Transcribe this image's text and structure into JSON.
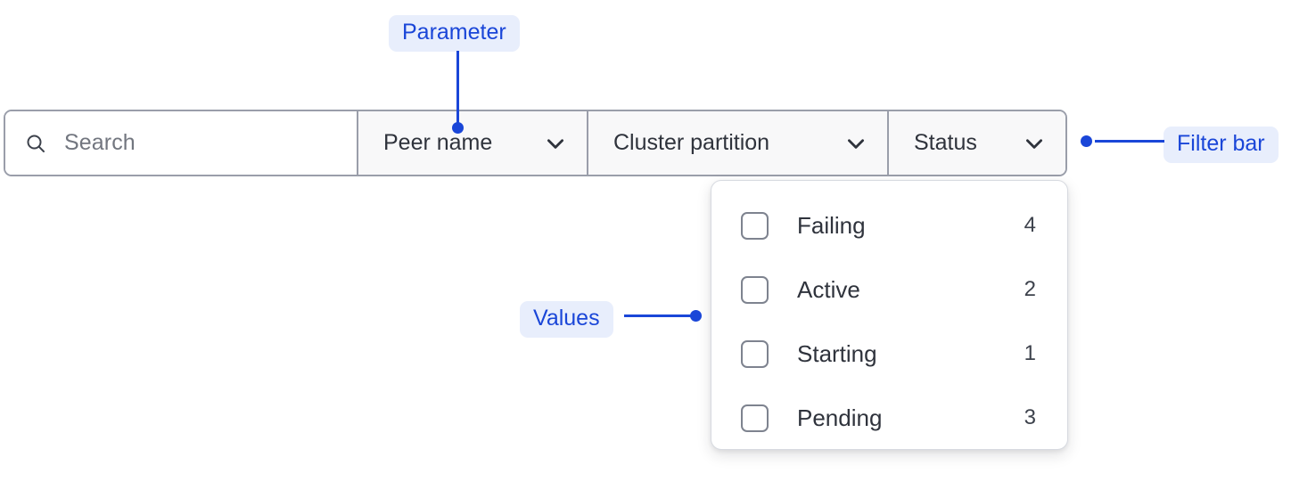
{
  "filter_bar": {
    "search": {
      "icon": "search-icon",
      "placeholder": "Search",
      "value": ""
    },
    "dropdowns": [
      {
        "label": "Peer name",
        "icon": "chevron-down-icon",
        "expanded": false
      },
      {
        "label": "Cluster partition",
        "icon": "chevron-down-icon",
        "expanded": false
      },
      {
        "label": "Status",
        "icon": "chevron-down-icon",
        "expanded": true
      }
    ]
  },
  "status_dropdown": {
    "items": [
      {
        "label": "Failing",
        "count": "4",
        "checked": false
      },
      {
        "label": "Active",
        "count": "2",
        "checked": false
      },
      {
        "label": "Starting",
        "count": "1",
        "checked": false
      },
      {
        "label": "Pending",
        "count": "3",
        "checked": false
      }
    ]
  },
  "annotations": {
    "parameter": "Parameter",
    "filter_bar": "Filter bar",
    "values": "Values"
  },
  "colors": {
    "annotation_text": "#1a46d8",
    "annotation_badge_bg": "#e8eefc",
    "bar_border": "#9a9eaa",
    "cell_bg": "#f8f8f9",
    "text": "#2f333c",
    "placeholder": "#72767f",
    "checkbox_border": "#7e838f",
    "panel_border": "#d7dae0"
  }
}
